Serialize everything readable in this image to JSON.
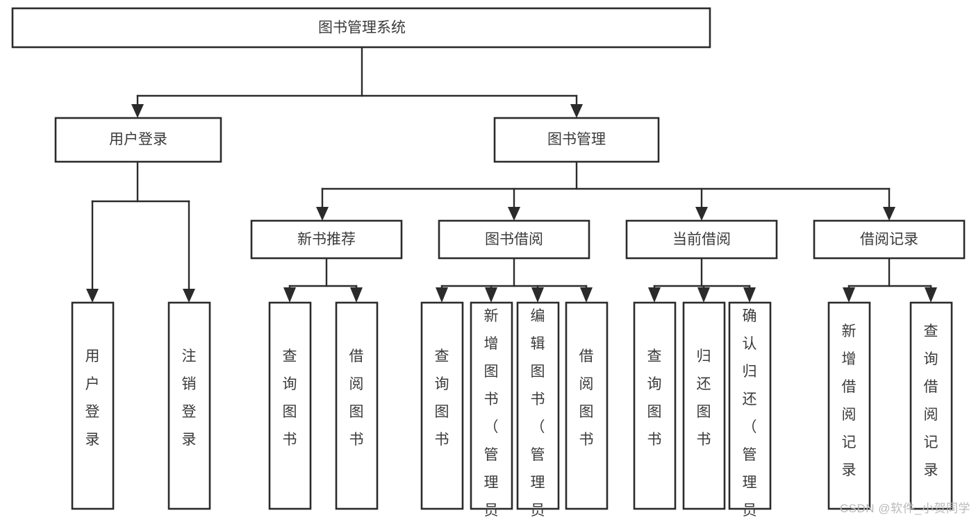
{
  "diagram": {
    "title": "图书管理系统",
    "type": "hierarchy-tree",
    "colors": {
      "box_stroke": "#2b2b2b",
      "box_fill": "#ffffff",
      "text": "#3a3a3a",
      "edge": "#2b2b2b",
      "watermark": "#b9b9b9",
      "background": "#ffffff"
    },
    "root": {
      "label": "图书管理系统"
    },
    "level2": [
      {
        "label": "用户登录"
      },
      {
        "label": "图书管理"
      }
    ],
    "level3": [
      {
        "label": "新书推荐"
      },
      {
        "label": "图书借阅"
      },
      {
        "label": "当前借阅"
      },
      {
        "label": "借阅记录"
      }
    ],
    "leaves": {
      "user_login": [
        {
          "label": "用户登录"
        },
        {
          "label": "注销登录"
        }
      ],
      "new_book_recommend": [
        {
          "label": "查询图书"
        },
        {
          "label": "借阅图书"
        }
      ],
      "book_borrow": [
        {
          "label": "查询图书"
        },
        {
          "label": "新增图书（管理员）"
        },
        {
          "label": "编辑图书（管理员）"
        },
        {
          "label": "借阅图书"
        }
      ],
      "current_borrow": [
        {
          "label": "查询图书"
        },
        {
          "label": "归还图书"
        },
        {
          "label": "确认归还（管理员）"
        }
      ],
      "borrow_record": [
        {
          "label": "新增借阅记录"
        },
        {
          "label": "查询借阅记录"
        }
      ]
    }
  },
  "watermark": {
    "text": "CSDN @软件_小贺同学"
  }
}
